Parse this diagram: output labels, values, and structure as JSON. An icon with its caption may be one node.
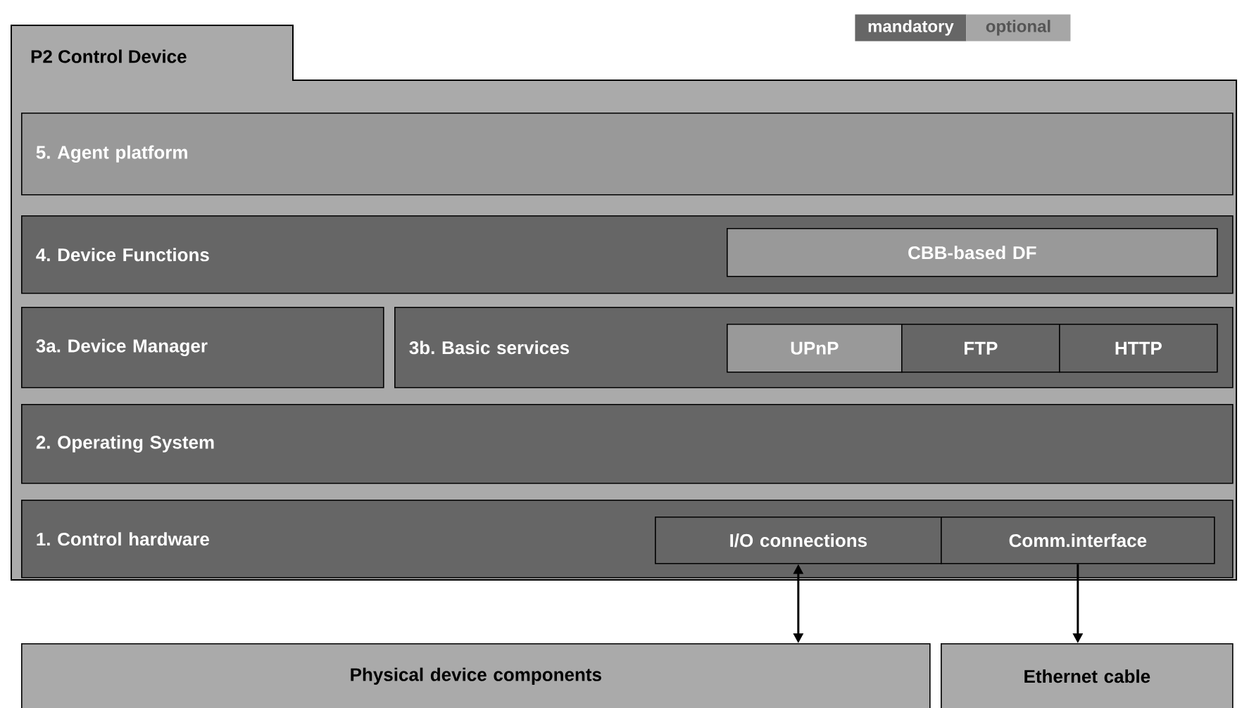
{
  "diagram": {
    "nodes": [
      {
        "text": [
          "P2 Control Device"
        ]
      },
      {
        "text": [
          "5. Agent platform"
        ],
        "in": 0
      },
      {
        "text": [
          "4. Device Functions"
        ],
        "in": 0
      },
      {
        "text": [
          "CBB-based DF"
        ],
        "in": 2
      },
      {
        "text": [
          "3a. Device Manager"
        ],
        "in": 0
      },
      {
        "text": [
          "3b. Basic services"
        ],
        "in": 0
      },
      {
        "text": [
          "UPnP"
        ],
        "in": 5
      },
      {
        "text": [
          "FTP"
        ],
        "in": 5
      },
      {
        "text": [
          "HTTP"
        ],
        "in": 5
      },
      {
        "text": [
          "2. Operating System"
        ],
        "in": 0
      },
      {
        "text": [
          "1. Control hardware"
        ],
        "in": 0
      },
      {
        "text": [
          "I/O connections"
        ],
        "in": 10
      },
      {
        "text": [
          "Comm.interface"
        ],
        "in": 10
      },
      {
        "text": [
          "Physical device components"
        ]
      },
      {
        "text": [
          "Ethernet cable"
        ]
      }
    ],
    "edges": [
      {
        "from": 11,
        "to": 13,
        "arrow": "both"
      },
      {
        "from": 12,
        "to": 14,
        "arrow": "to"
      }
    ],
    "legend": [
      {
        "text": "mandatory",
        "color": "#666666"
      },
      {
        "text": "optional",
        "color": "#a6a6a6"
      }
    ]
  }
}
